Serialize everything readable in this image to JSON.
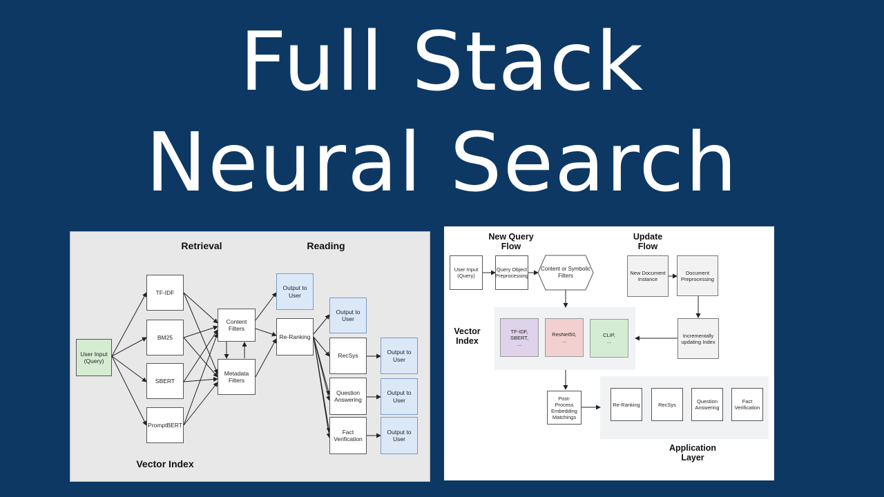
{
  "title": {
    "line1": "Full Stack",
    "line2": "Neural Search"
  },
  "colors": {
    "background": "#0d3863",
    "title_text": "#ffffff",
    "input_box": "#d6ecd2",
    "output_box": "#dbe8f8"
  },
  "left_diagram": {
    "headers": {
      "retrieval": "Retrieval",
      "reading": "Reading",
      "vector_index": "Vector Index"
    },
    "nodes": {
      "user_input": "User Input\n(Query)",
      "tfidf": "TF-IDF",
      "bm25": "BM25",
      "sbert": "SBERT",
      "promptbert": "PromptBERT",
      "content_filters": "Content\nFilters",
      "metadata_filters": "Metadata\nFilters",
      "output_top": "Output to\nUser",
      "re_ranking": "Re-Ranking",
      "output_rr": "Output to\nUser",
      "recsys": "RecSys",
      "qa": "Question\nAnswering",
      "fact": "Fact\nVerification",
      "out_recsys": "Output to\nUser",
      "out_qa": "Output to\nUser",
      "out_fact": "Output to\nUser"
    }
  },
  "right_diagram": {
    "headers": {
      "new_query_flow": "New Query\nFlow",
      "update_flow": "Update\nFlow",
      "vector_index": "Vector\nIndex",
      "application_layer": "Application\nLayer"
    },
    "nodes": {
      "user_input": "User Input\n(Query)",
      "query_preprocessing": "Query Object\nPreprocessing",
      "filters": "Content or Symbolic\nFilters",
      "new_document": "New Document\nInstance",
      "doc_preprocessing": "Document\nPreprocessing",
      "incremental_index": "Incrementally\nupdating Index",
      "tfidf_sbert": "TF-IDF,\nSBERT,\n...",
      "resnet": "ResNet50,\n...",
      "clip": "CLIP,\n...",
      "post_process": "Post-Process\nEmbedding\nMatchings",
      "re_ranking": "Re-Ranking",
      "recsys": "RecSys",
      "qa": "Question\nAnswering",
      "fact": "Fact\nVerification"
    }
  }
}
